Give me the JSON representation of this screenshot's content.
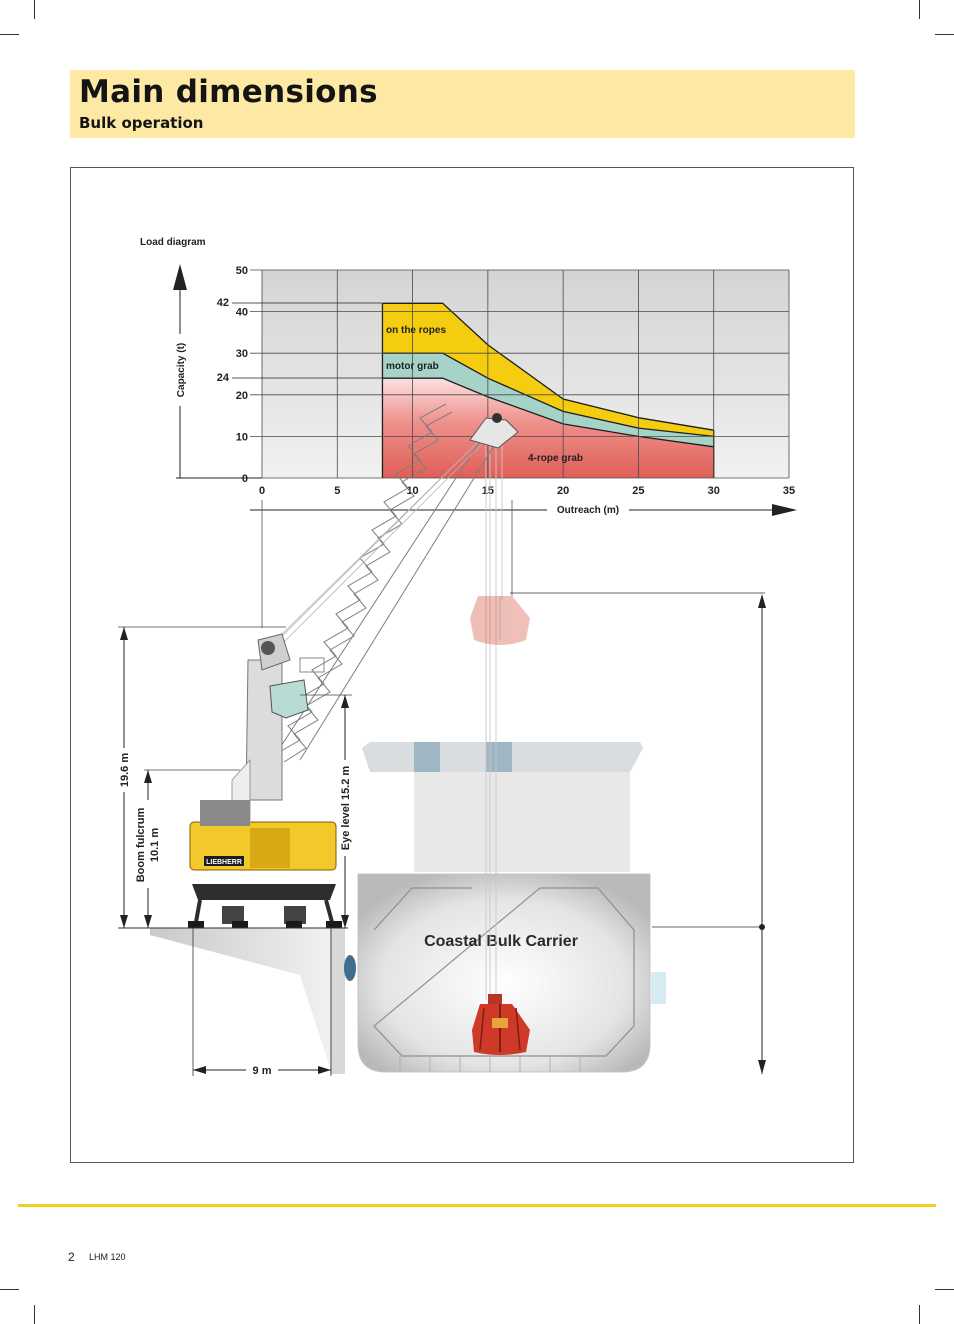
{
  "header": {
    "title": "Main dimensions",
    "subtitle": "Bulk operation"
  },
  "colors": {
    "header_band": "#fde9a3",
    "footer_rule": "#f2cf1b",
    "rope_band": "#f5cd10",
    "motor_band": "#a6d3c7",
    "grab_area": "#e46058"
  },
  "load_diagram": {
    "label": "Load diagram",
    "y_axis_label": "Capacity  (t)",
    "x_axis_label": "Outreach (m)",
    "extra_y_ticks": [
      "42",
      "24"
    ],
    "band_labels": {
      "ropes": "on the ropes",
      "motor": "motor grab",
      "grab": "4-rope grab"
    }
  },
  "chart_data": {
    "type": "area",
    "title": "Load diagram",
    "xlabel": "Outreach (m)",
    "ylabel": "Capacity  (t)",
    "xlim": [
      0,
      35
    ],
    "ylim": [
      0,
      50
    ],
    "x_ticks": [
      0,
      5,
      10,
      15,
      20,
      25,
      30,
      35
    ],
    "y_ticks": [
      0,
      10,
      20,
      30,
      40,
      50
    ],
    "grid": true,
    "x": [
      8,
      12,
      15,
      20,
      25,
      30
    ],
    "series": [
      {
        "name": "on the ropes",
        "values": [
          42,
          42,
          32,
          19,
          14.5,
          11.5
        ]
      },
      {
        "name": "motor grab",
        "values": [
          30,
          30,
          24,
          16,
          12,
          10
        ]
      },
      {
        "name": "4-rope grab",
        "values": [
          24,
          24,
          19.5,
          13,
          10,
          7.5
        ]
      }
    ]
  },
  "dimensions": {
    "height_total": "19.6 m",
    "boom_fulcrum_label": "Boom fulcrum",
    "boom_fulcrum_value": "10.1 m",
    "eye_level": "Eye level 15.2 m",
    "width": "9 m"
  },
  "crane": {
    "brand": "LIEBHERR"
  },
  "ship": {
    "name": "Coastal Bulk Carrier"
  },
  "footer": {
    "page_number": "2",
    "product": "LHM 120"
  }
}
